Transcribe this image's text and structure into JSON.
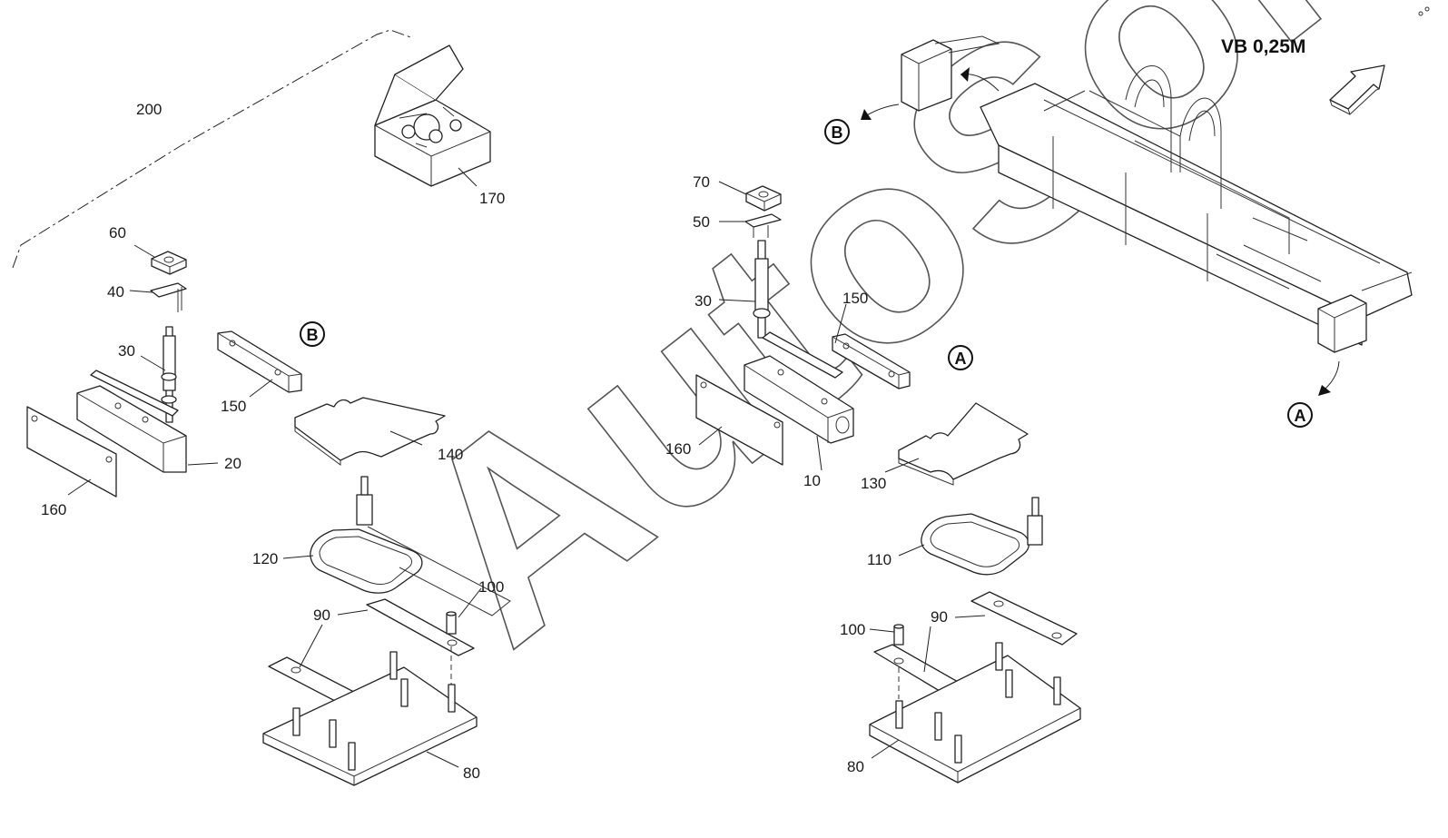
{
  "header": {
    "model": "VB 0,25M"
  },
  "watermark": {
    "text": "AutoSoft"
  },
  "views": {
    "left": "B",
    "right": "A"
  },
  "callouts": [
    {
      "key": "p200",
      "text": "200"
    },
    {
      "key": "p170",
      "text": "170"
    },
    {
      "key": "p60",
      "text": "60"
    },
    {
      "key": "p40",
      "text": "40"
    },
    {
      "key": "p30L",
      "text": "30"
    },
    {
      "key": "p150L",
      "text": "150"
    },
    {
      "key": "p20",
      "text": "20"
    },
    {
      "key": "p160L",
      "text": "160"
    },
    {
      "key": "p140",
      "text": "140"
    },
    {
      "key": "p120",
      "text": "120"
    },
    {
      "key": "p100L",
      "text": "100"
    },
    {
      "key": "p90L",
      "text": "90"
    },
    {
      "key": "p80L",
      "text": "80"
    },
    {
      "key": "p70",
      "text": "70"
    },
    {
      "key": "p50",
      "text": "50"
    },
    {
      "key": "p30R",
      "text": "30"
    },
    {
      "key": "p150R",
      "text": "150"
    },
    {
      "key": "p160R",
      "text": "160"
    },
    {
      "key": "p10",
      "text": "10"
    },
    {
      "key": "p130",
      "text": "130"
    },
    {
      "key": "p110",
      "text": "110"
    },
    {
      "key": "p100R",
      "text": "100"
    },
    {
      "key": "p90R",
      "text": "90"
    },
    {
      "key": "p80R",
      "text": "80"
    }
  ]
}
